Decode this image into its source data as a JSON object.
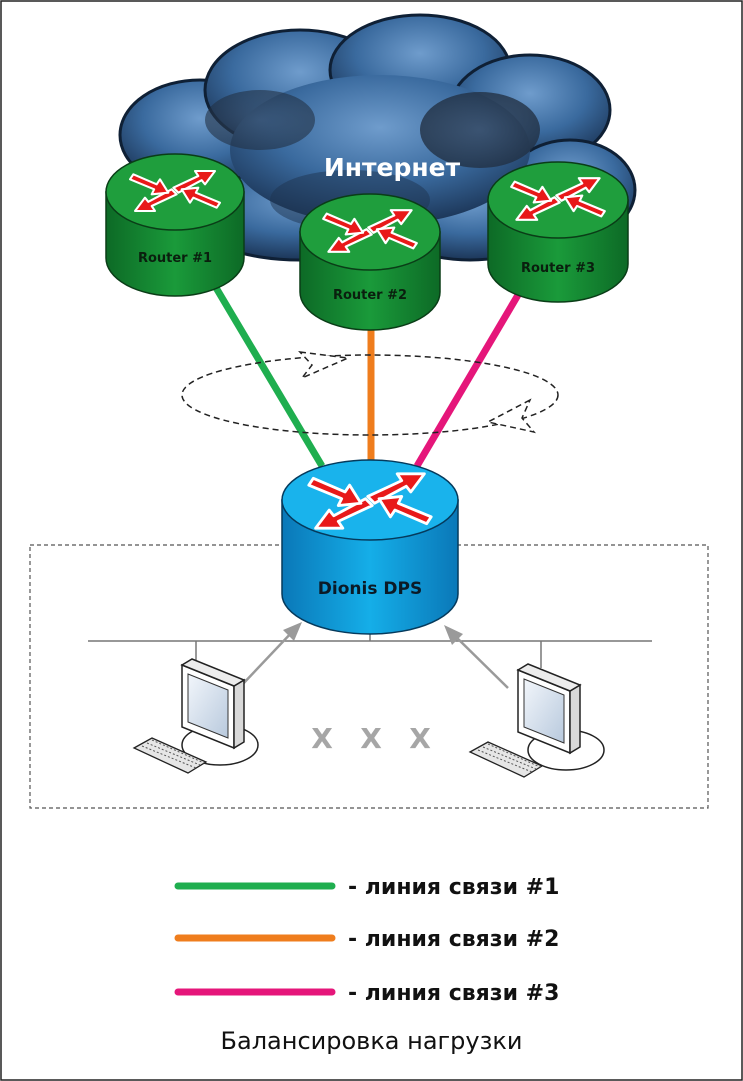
{
  "diagram": {
    "cloud_label": "Интернет",
    "routers": [
      {
        "label": "Router #1"
      },
      {
        "label": "Router #2"
      },
      {
        "label": "Router #3"
      }
    ],
    "central_device": {
      "label": "Dionis DPS"
    },
    "separator_marks": [
      "X",
      "X",
      "X"
    ],
    "legend": [
      {
        "label": "- линия связи #1",
        "color": "#1fae4f"
      },
      {
        "label": "- линия связи #2",
        "color": "#ef7d1d"
      },
      {
        "label": "- линия связи #3",
        "color": "#e5167a"
      }
    ],
    "caption": "Балансировка нагрузки"
  },
  "colors": {
    "router_green": "#1a8c33",
    "router_green_dark": "#0d5e22",
    "dps_blue": "#0fa8e6",
    "dps_blue_dark": "#0a6fa8",
    "arrow_red": "#e81919",
    "cloud": "#2f5f93"
  }
}
